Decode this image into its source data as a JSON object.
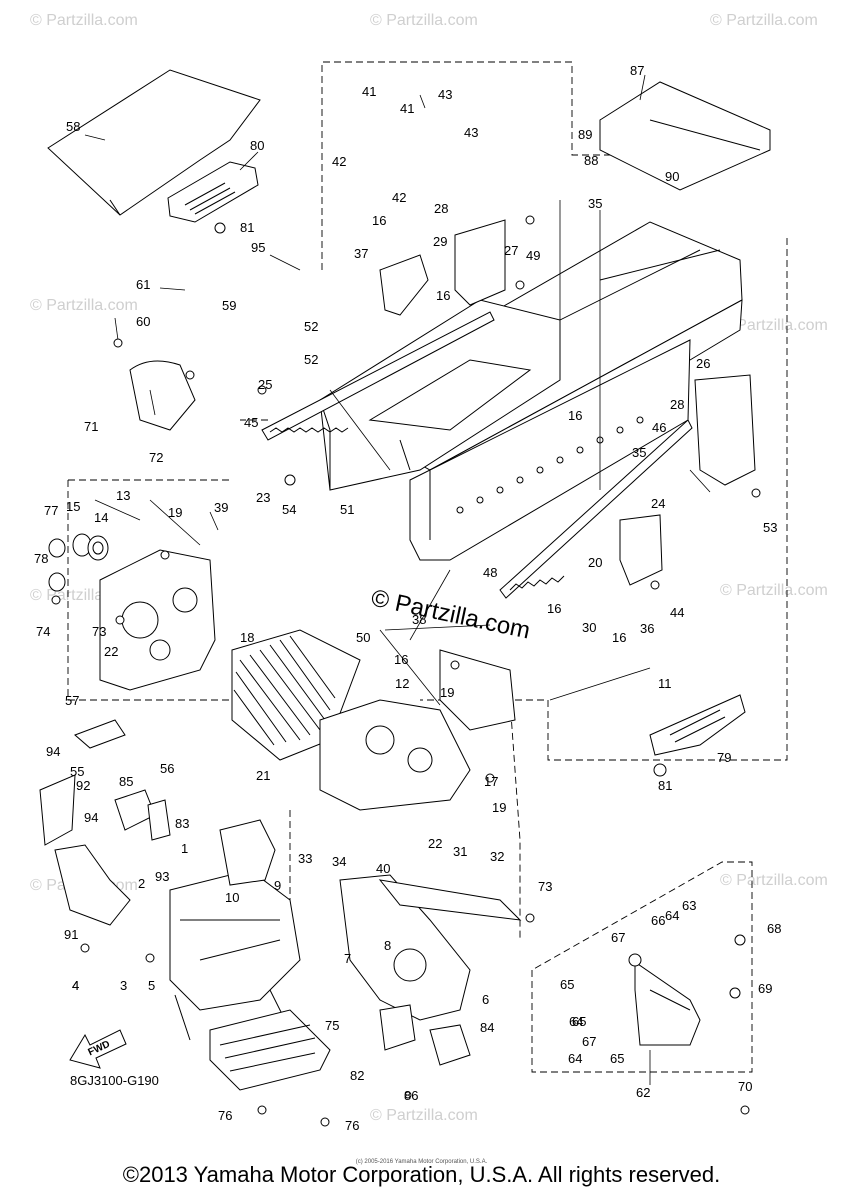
{
  "diagram_code": "8GJ3100-G190",
  "copyright": "©2013 Yamaha Motor Corporation, U.S.A. All rights reserved.",
  "small_copyright": "(c) 2005-2016 Yamaha Motor Corporation, U.S.A.",
  "watermark_center": "© Partzilla.com",
  "watermark_small": "© Partzilla.com",
  "fwd_label": "FWD",
  "callouts": [
    "1",
    "2",
    "3",
    "4",
    "5",
    "6",
    "7",
    "8",
    "9",
    "10",
    "11",
    "12",
    "13",
    "14",
    "15",
    "16",
    "17",
    "18",
    "19",
    "20",
    "21",
    "22",
    "23",
    "24",
    "25",
    "26",
    "27",
    "28",
    "29",
    "30",
    "31",
    "32",
    "33",
    "34",
    "35",
    "36",
    "37",
    "38",
    "39",
    "40",
    "41",
    "42",
    "43",
    "44",
    "45",
    "46",
    "48",
    "49",
    "50",
    "51",
    "52",
    "53",
    "54",
    "55",
    "56",
    "57",
    "58",
    "59",
    "60",
    "61",
    "62",
    "63",
    "64",
    "65",
    "66",
    "67",
    "68",
    "69",
    "70",
    "71",
    "72",
    "73",
    "74",
    "75",
    "76",
    "77",
    "78",
    "79",
    "80",
    "81",
    "82",
    "83",
    "84",
    "85",
    "86",
    "87",
    "88",
    "89",
    "90",
    "91",
    "92",
    "93",
    "94",
    "95"
  ]
}
